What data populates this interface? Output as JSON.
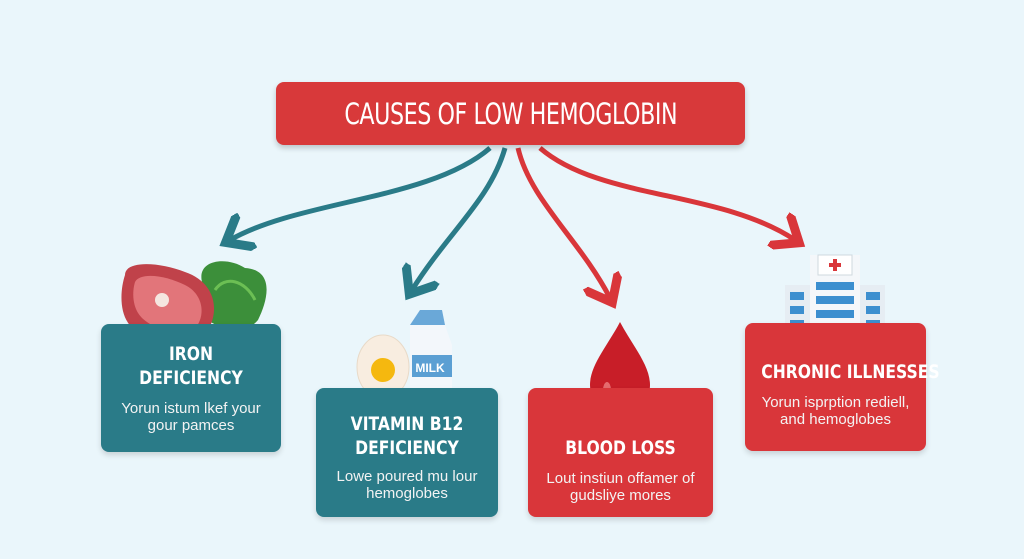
{
  "title": "CAUSES OF LOW HEMOGLOBIN",
  "colors": {
    "background": "#eaf6fb",
    "teal": "#2a7b88",
    "red": "#d9363a"
  },
  "causes": [
    {
      "heading": "IRON DEFICIENCY",
      "line1": "Yorun istum lkef your",
      "line2": "gour pamces",
      "icon": "meat-and-spinach-icon",
      "color": "teal"
    },
    {
      "heading": "VITAMIN B12",
      "heading2": "DEFICIENCY",
      "line1": "Lowe poured mu lour",
      "line2": "hemoglobes",
      "icon": "egg-and-milk-icon",
      "icon_label": "MILK",
      "color": "teal"
    },
    {
      "heading": "BLOOD LOSS",
      "line1": "Lout instiun offamer of",
      "line2": "gudsliye mores",
      "icon": "blood-drop-icon",
      "color": "red"
    },
    {
      "heading": "CHRONIC ILLNESSES",
      "line1": "Yorun isprption rediell,",
      "line2": "and hemoglobes",
      "icon": "hospital-icon",
      "color": "red"
    }
  ]
}
